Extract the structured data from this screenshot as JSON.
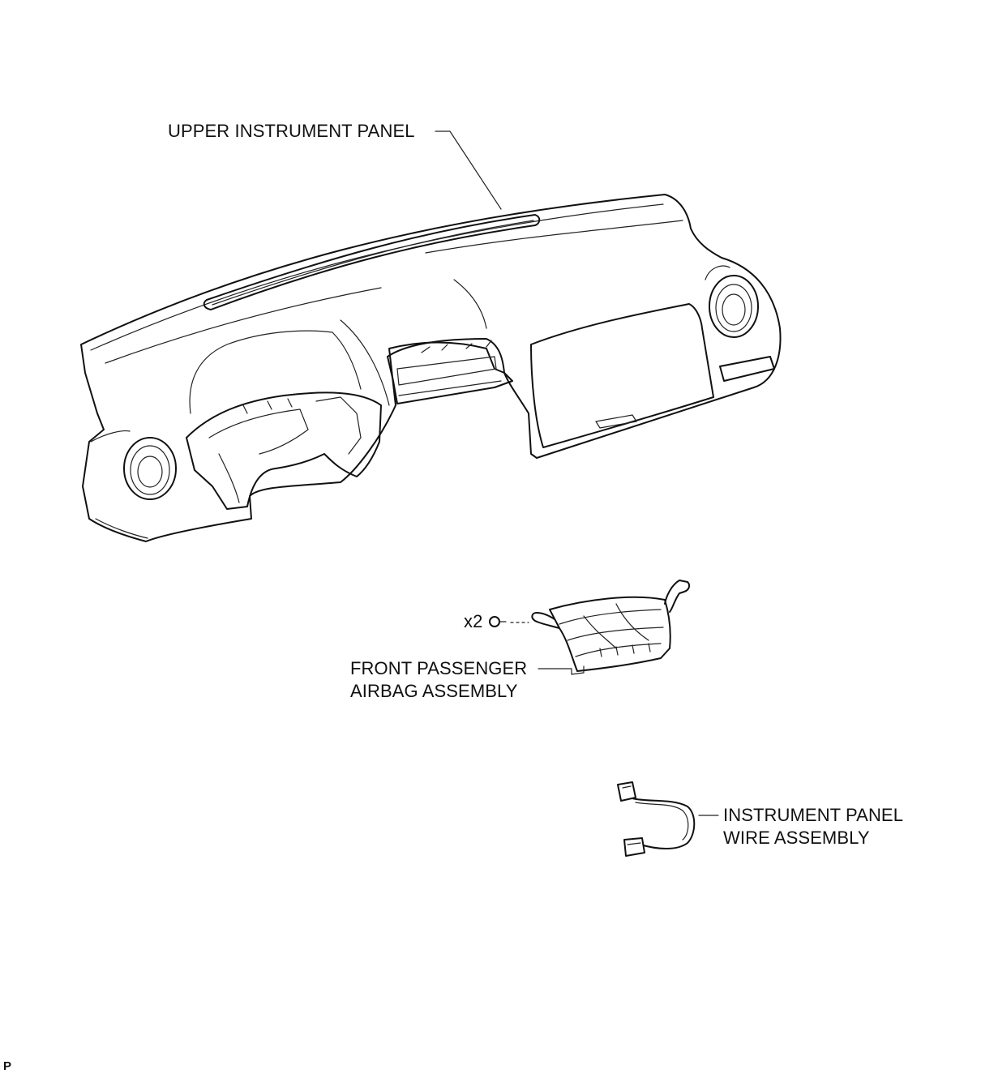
{
  "labels": {
    "upper_panel": "UPPER INSTRUMENT PANEL",
    "quantity": "x2",
    "airbag_line1": "FRONT PASSENGER",
    "airbag_line2": "AIRBAG ASSEMBLY",
    "wire_line1": "INSTRUMENT PANEL",
    "wire_line2": "WIRE ASSEMBLY",
    "corner_mark": "P"
  },
  "components": [
    {
      "name": "upper-instrument-panel",
      "icon": "dashboard-drawing"
    },
    {
      "name": "front-passenger-airbag-assembly",
      "icon": "airbag-module-drawing"
    },
    {
      "name": "bolt",
      "icon": "bolt-icon"
    },
    {
      "name": "instrument-panel-wire-assembly",
      "icon": "wire-harness-drawing"
    }
  ]
}
